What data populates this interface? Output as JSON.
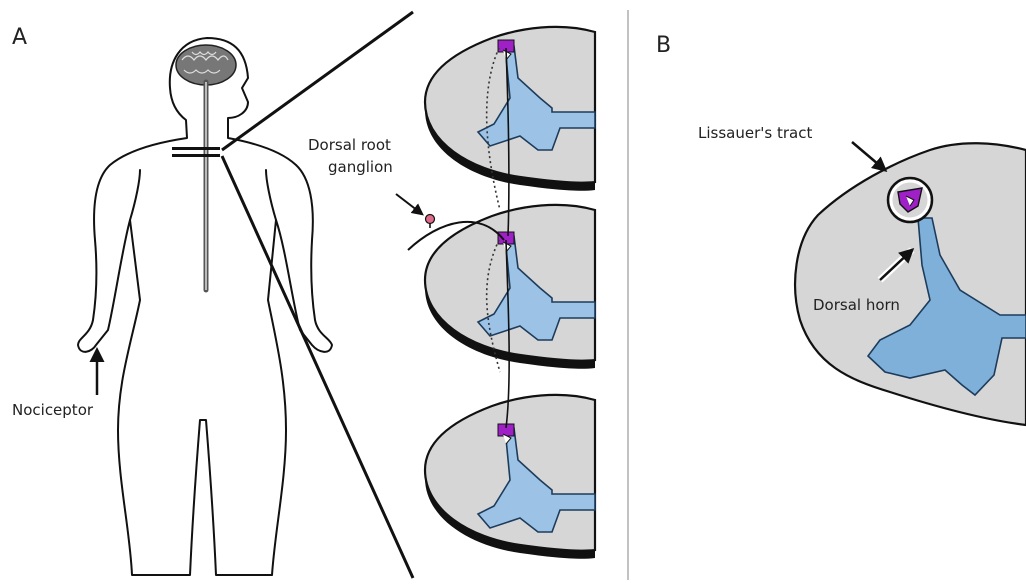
{
  "panels": {
    "a_label": "A",
    "b_label": "B"
  },
  "labels": {
    "nociceptor": "Nociceptor",
    "dorsal_root_line1": "Dorsal root",
    "dorsal_root_line2": "ganglion",
    "lissauer": "Lissauer's tract",
    "dorsal_horn": "Dorsal horn"
  },
  "colors": {
    "gray_matter": "#9cc3e6",
    "white_matter": "#d6d6d6",
    "lissauer_tract": "#a020c8",
    "ganglion": "#e06a8a"
  }
}
